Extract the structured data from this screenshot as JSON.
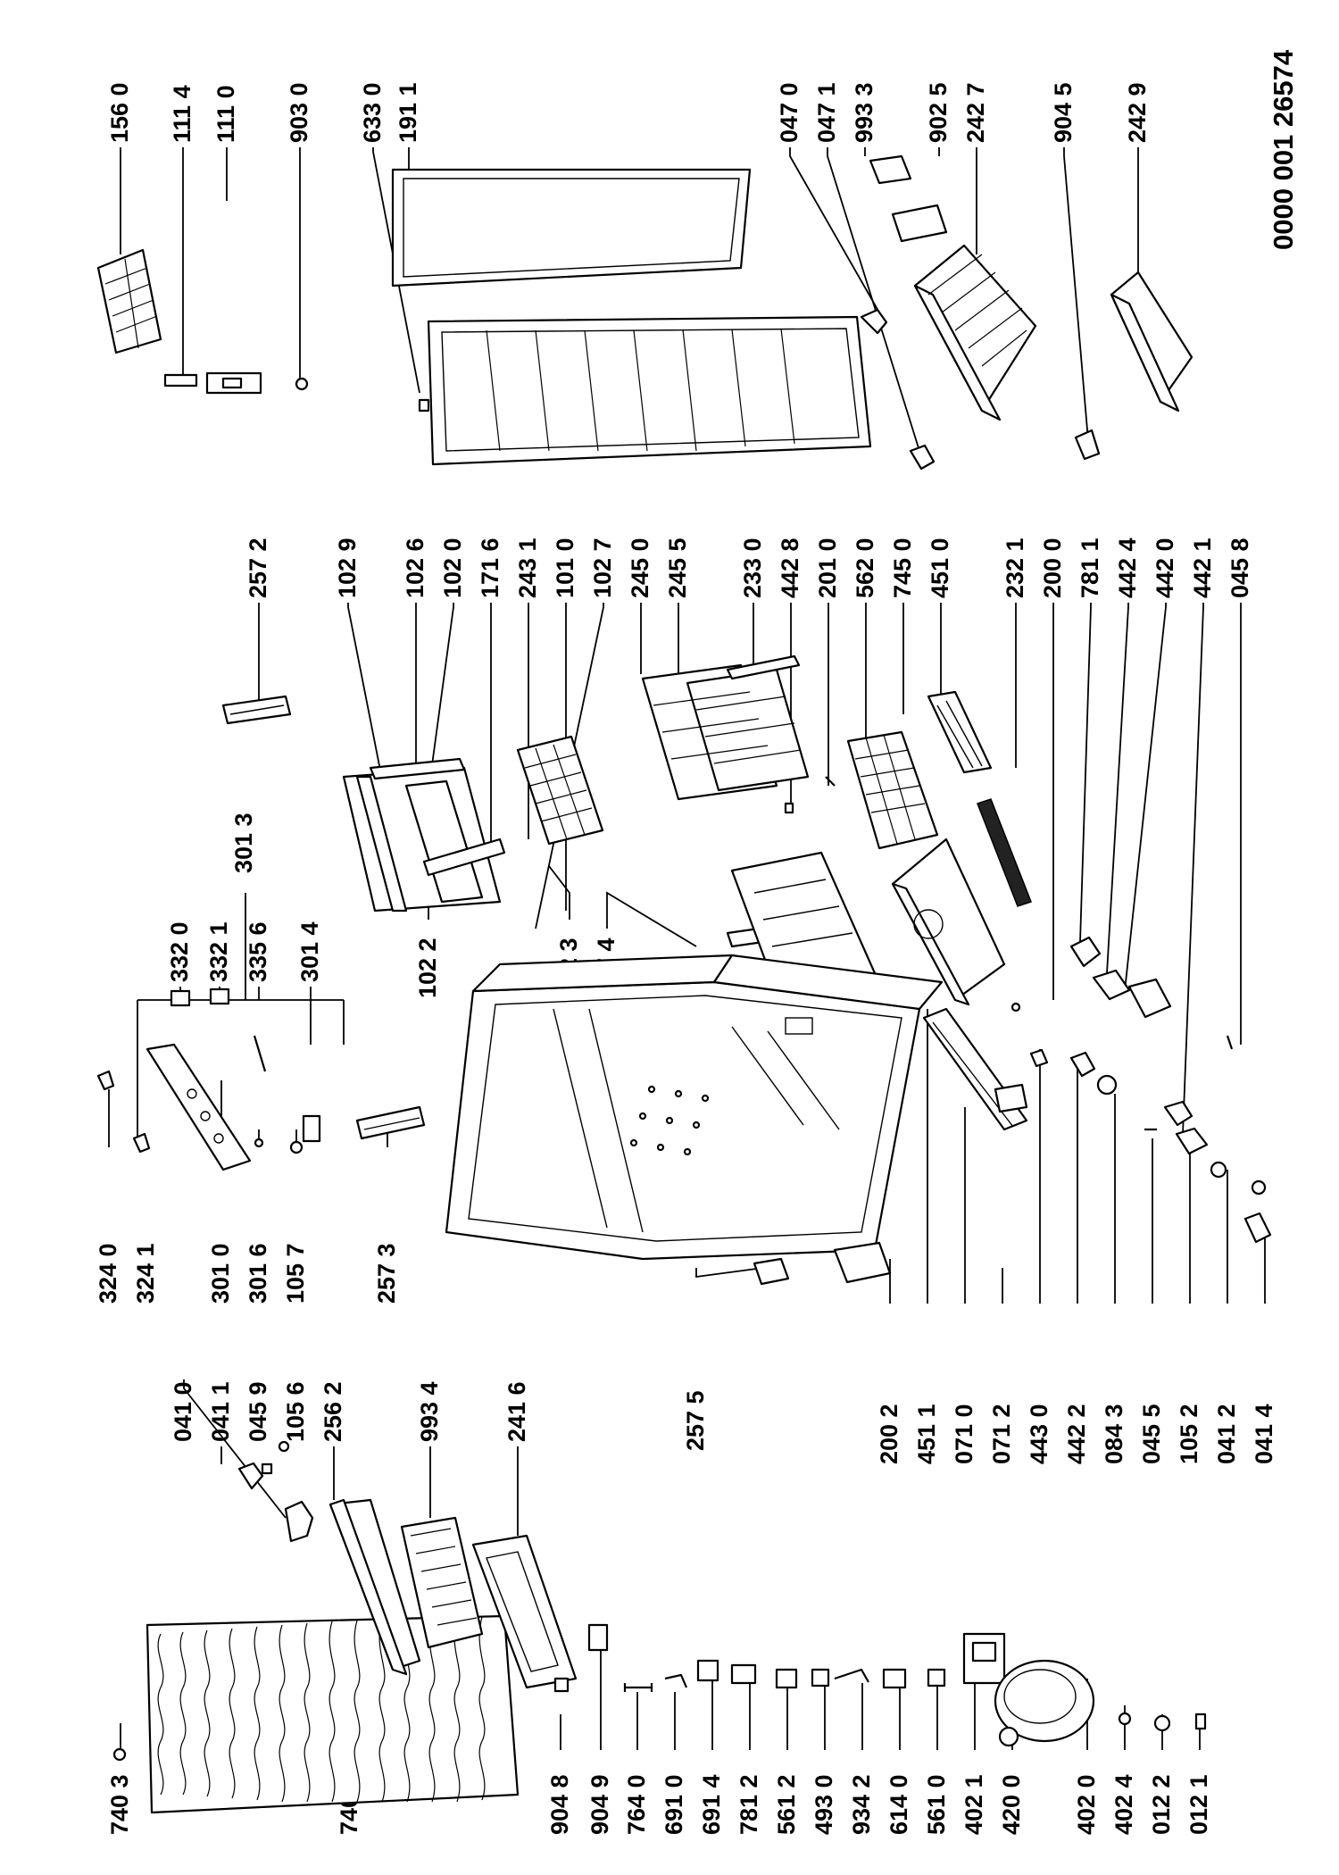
{
  "document_number": "0000 001 26574",
  "column_1_callouts": [
    "740 3",
    "740 0",
    "904 8",
    "904 9",
    "764 0",
    "691 0",
    "691 4",
    "781 2",
    "561 2",
    "493 0",
    "934 2",
    "614 0",
    "561 0",
    "402 1",
    "420 0",
    "402 0",
    "402 4",
    "012 2",
    "012 1"
  ],
  "column_2_callouts": [
    "041 0",
    "041 1",
    "045 9",
    "105 6",
    "256 2",
    "993 4",
    "241 6"
  ],
  "column_3_callouts": [
    "324 0",
    "324 1",
    "301 0",
    "301 6",
    "105 7",
    "257 3",
    "257 5"
  ],
  "column_4_callouts": [
    "332 0",
    "332 1",
    "335 6",
    "301 4",
    "301 3"
  ],
  "column_5_callouts": [
    "200 2",
    "451 1",
    "071 0",
    "071 2",
    "443 0",
    "442 2",
    "084 3",
    "045 5",
    "105 2",
    "041 2",
    "041 4"
  ],
  "centre_callouts": [
    "257 2",
    "102 9",
    "102 6",
    "102 0",
    "171 6",
    "243 1",
    "101 0",
    "102 7",
    "245 0",
    "245 5",
    "233 0",
    "442 8",
    "201 0",
    "562 0",
    "745 0",
    "451 0",
    "232 1",
    "200 0",
    "781 1",
    "442 4",
    "442 0",
    "442 1",
    "045 8",
    "102 2",
    "102 3",
    "257 4"
  ],
  "top_callouts": [
    "156 0",
    "111 4",
    "111 0",
    "903 0",
    "633 0",
    "191 1",
    "047 0",
    "047 1",
    "993 3",
    "902 5",
    "242 7",
    "904 5",
    "242 9"
  ]
}
